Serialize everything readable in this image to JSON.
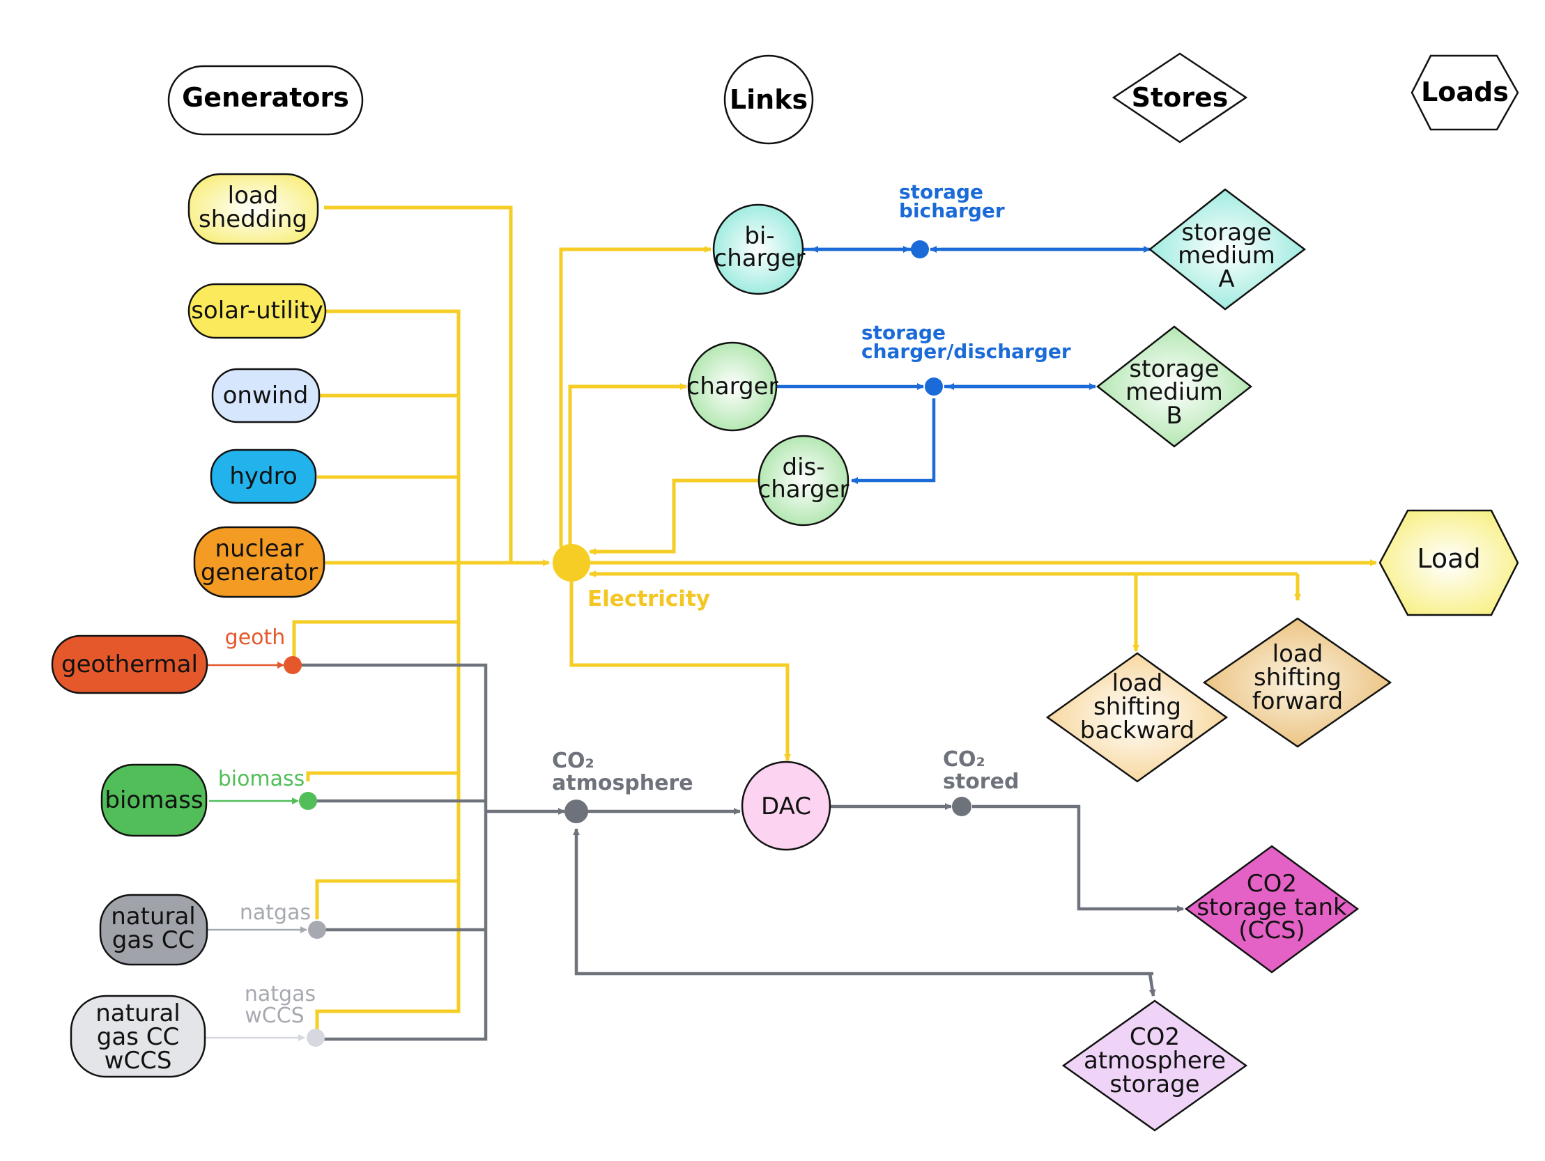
{
  "legend": {
    "generators": "Generators",
    "links": "Links",
    "stores": "Stores",
    "loads": "Loads"
  },
  "generators": {
    "load_shedding": [
      "load",
      "shedding"
    ],
    "solar_utility": [
      "solar-utility"
    ],
    "onwind": [
      "onwind"
    ],
    "hydro": [
      "hydro"
    ],
    "nuclear": [
      "nuclear",
      "generator"
    ],
    "geothermal": [
      "geothermal"
    ],
    "biomass": [
      "biomass"
    ],
    "natural_gas_cc": [
      "natural",
      "gas CC"
    ],
    "natural_gas_wccs": [
      "natural",
      "gas CC",
      "wCCS"
    ]
  },
  "links": {
    "bicharger": [
      "bi-",
      "charger"
    ],
    "charger": [
      "charger"
    ],
    "discharger": [
      "dis-",
      "charger"
    ],
    "dac": [
      "DAC"
    ]
  },
  "stores": {
    "storage_a": [
      "storage",
      "medium",
      "A"
    ],
    "storage_b": [
      "storage",
      "medium",
      "B"
    ],
    "shift_backward": [
      "load",
      "shifting",
      "backward"
    ],
    "shift_forward": [
      "load",
      "shifting",
      "forward"
    ],
    "co2_tank": [
      "CO2",
      "storage tank",
      "(CCS)"
    ],
    "co2_atm_storage": [
      "CO2",
      "atmosphere",
      "storage"
    ]
  },
  "loads": {
    "load": [
      "Load"
    ]
  },
  "bus_labels": {
    "storage_bicharger": [
      "storage",
      "bicharger"
    ],
    "storage_charger_discharger": [
      "storage",
      "charger/discharger"
    ],
    "electricity": "Electricity",
    "co2_atmosphere": [
      "CO₂",
      "atmosphere"
    ],
    "co2_stored": [
      "CO₂",
      "stored"
    ],
    "geoth": "geoth",
    "biomass": "biomass",
    "natgas": "natgas",
    "natgas_wccs": [
      "natgas",
      "wCCS"
    ]
  },
  "colors": {
    "electricity": "#f6cd24",
    "storage_link": "#1a6ad8",
    "co2": "#6e727b",
    "geothermal": "#e5582b",
    "biomass": "#52be5a",
    "natgas": "#a6a9b0",
    "natgas_wccs": "#d5d8de"
  }
}
